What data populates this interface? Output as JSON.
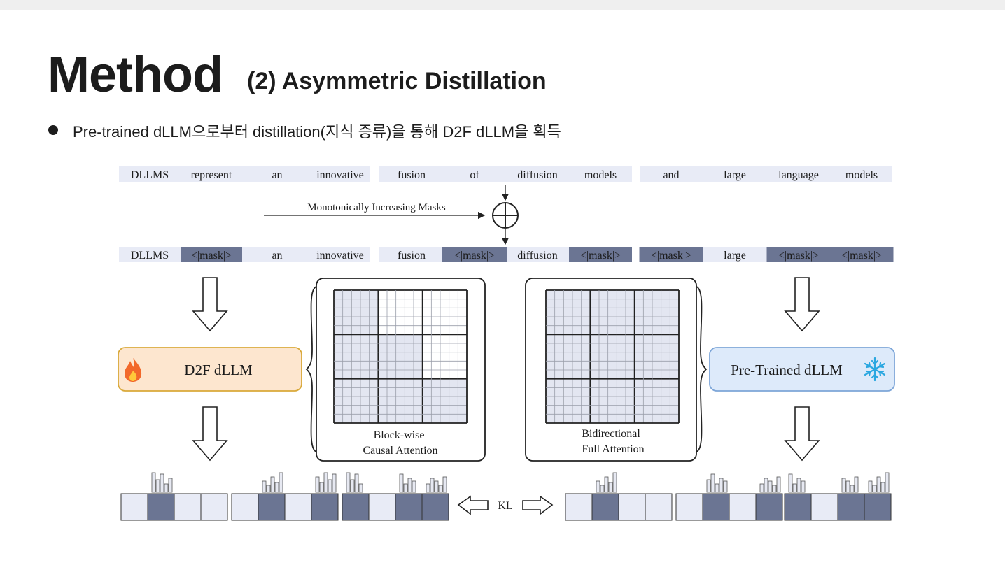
{
  "slide": {
    "title": "Method",
    "subtitle": "(2) Asymmetric Distillation",
    "bullet": "Pre-trained dLLM으로부터 distillation(지식 증류)을 통해  D2F dLLM을 획득"
  },
  "diagram": {
    "input_tokens": [
      "DLLMS",
      "represent",
      "an",
      "innovative",
      "fusion",
      "of",
      "diffusion",
      "models",
      "and",
      "large",
      "language",
      "models"
    ],
    "masked_tokens": [
      "DLLMS",
      "<|mask|>",
      "an",
      "innovative",
      "fusion",
      "<|mask|>",
      "diffusion",
      "<|mask|>",
      "<|mask|>",
      "large",
      "<|mask|>",
      "<|mask|>"
    ],
    "masked_flags": [
      false,
      true,
      false,
      false,
      false,
      true,
      false,
      true,
      true,
      false,
      true,
      true
    ],
    "mask_schedule_label": "Monotonically Increasing Masks",
    "student_model": "D2F dLLM",
    "teacher_model": "Pre-Trained dLLM",
    "student_attention": [
      "Block-wise",
      "Causal Attention"
    ],
    "teacher_attention": [
      "Bidirectional",
      "Full Attention"
    ],
    "loss_label": "KL",
    "student_icon": "fire-icon",
    "teacher_icon": "snowflake-icon",
    "colors": {
      "mask_fill": "#6b7593",
      "token_bg": "#e8ebf6",
      "student_fill": "#fde6cf",
      "student_border": "#d9a93a",
      "teacher_fill": "#ddeafa",
      "teacher_border": "#7da6d8",
      "attn_shade": "#e3e6f1"
    }
  }
}
